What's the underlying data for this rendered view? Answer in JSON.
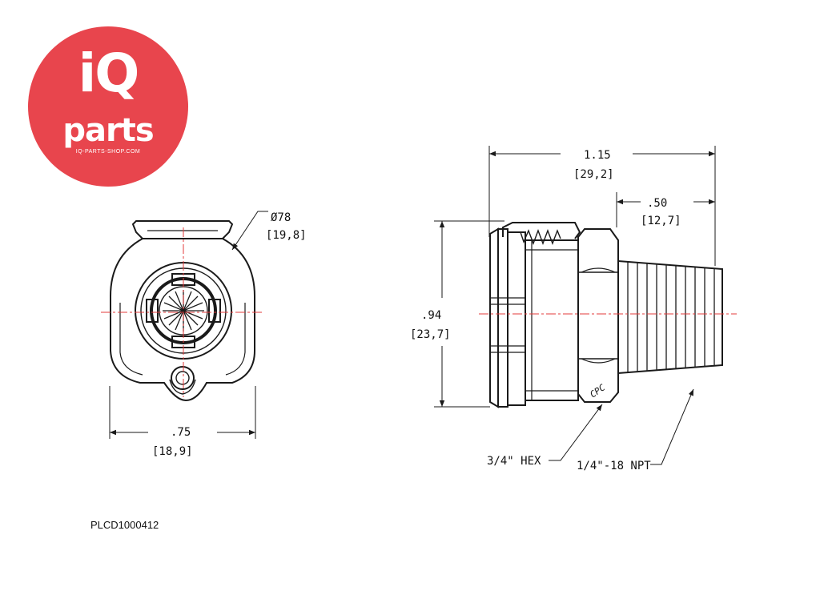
{
  "logo": {
    "brand_top": "iQ",
    "brand_bottom": "parts",
    "url": "IQ-PARTS-SHOP.COM",
    "color": "#e8454d",
    "icon": "iq-parts-logo"
  },
  "part_number": "PLCD1000412",
  "front_view": {
    "diameter_label": "Ø78",
    "diameter_metric": "[19,8]",
    "width_label": ".75",
    "width_metric": "[18,9]"
  },
  "side_view": {
    "length_label": "1.15",
    "length_metric": "[29,2]",
    "thread_length_label": ".50",
    "thread_length_metric": "[12,7]",
    "height_label": ".94",
    "height_metric": "[23,7]",
    "hex_callout": "3/4\" HEX",
    "thread_callout": "1/4\"-18 NPT",
    "hex_marking": "CPC"
  },
  "colors": {
    "line": "#1a1a1a",
    "centerline": "#e33b3b",
    "accent": "#e8454d"
  }
}
